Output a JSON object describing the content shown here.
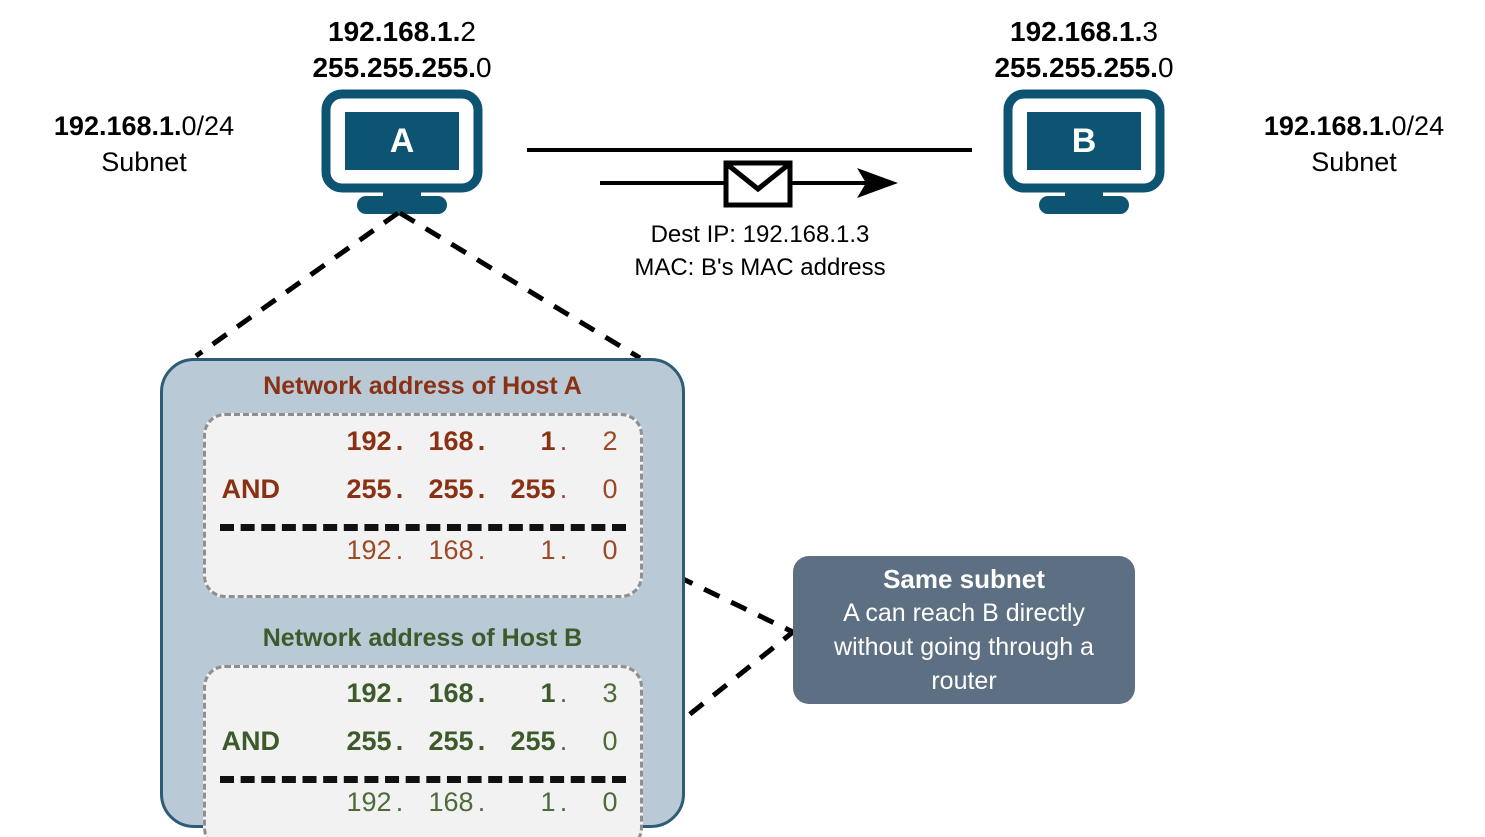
{
  "diagram": {
    "title": "Same-subnet direct delivery",
    "colors": {
      "device_teal": "#0d5472",
      "panel_fill": "#b9c9d6",
      "panel_border": "#2e5c77",
      "calc_box_fill": "#f2f2f2",
      "calc_box_border": "#8f8f8f",
      "host_a_color": "#8a3113",
      "host_b_color": "#3c5a2a",
      "callout_fill": "#5d6f82",
      "callout_text": "#ffffff",
      "line_color": "#000000"
    }
  },
  "left_subnet": {
    "network": "192.168.1.",
    "host": "0/24",
    "caption": "Subnet"
  },
  "right_subnet": {
    "network": "192.168.1.",
    "host": "0/24",
    "caption": "Subnet"
  },
  "host_a": {
    "label": "A",
    "ip_network": "192.168.1.",
    "ip_host": "2",
    "mask_network": "255.255.255.",
    "mask_host": "0",
    "icon": "desktop-monitor-icon"
  },
  "host_b": {
    "label": "B",
    "ip_network": "192.168.1.",
    "ip_host": "3",
    "mask_network": "255.255.255.",
    "mask_host": "0",
    "icon": "desktop-monitor-icon"
  },
  "packet": {
    "icon": "envelope-icon",
    "dest_ip_line": "Dest IP: 192.168.1.3",
    "mac_line": "MAC: B's MAC address",
    "direction": "A-to-B"
  },
  "calculations": [
    {
      "id": "host-a",
      "title": "Network address of Host A",
      "operator": "AND",
      "ip": {
        "o1": "192",
        "o2": "168",
        "o3": "1",
        "o4": "2"
      },
      "mask": {
        "o1": "255",
        "o2": "255",
        "o3": "255",
        "o4": "0"
      },
      "result": {
        "o1": "192",
        "o2": "168",
        "o3": "1",
        "o4": "0"
      },
      "separator": ".",
      "color": "#8a3113"
    },
    {
      "id": "host-b",
      "title": "Network address of Host B",
      "operator": "AND",
      "ip": {
        "o1": "192",
        "o2": "168",
        "o3": "1",
        "o4": "3"
      },
      "mask": {
        "o1": "255",
        "o2": "255",
        "o3": "255",
        "o4": "0"
      },
      "result": {
        "o1": "192",
        "o2": "168",
        "o3": "1",
        "o4": "0"
      },
      "separator": ".",
      "color": "#3c5a2a"
    }
  ],
  "callout": {
    "title": "Same subnet",
    "line1": "A can reach B directly",
    "line2": "without going through a",
    "line3": "router"
  }
}
